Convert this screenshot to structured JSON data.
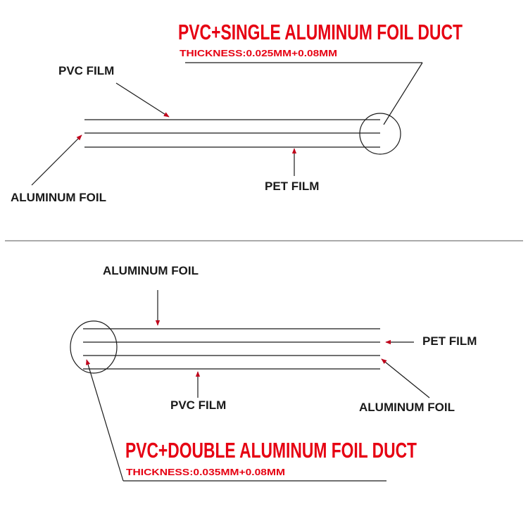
{
  "single": {
    "title": "PVC+SINGLE  ALUMINUM FOIL DUCT",
    "thickness": "THICKNESS:0.025MM+0.08MM",
    "labels": {
      "pvc_film": "PVC FILM",
      "aluminum_foil": "ALUMINUM FOIL",
      "pet_film": "PET FILM"
    }
  },
  "double": {
    "title": "PVC+DOUBLE  ALUMINUM FOIL DUCT",
    "thickness": "THICKNESS:0.035MM+0.08MM",
    "labels": {
      "aluminum_foil_top": "ALUMINUM FOIL",
      "pet_film": "PET FILM",
      "pvc_film": "PVC FILM",
      "aluminum_foil_bottom": "ALUMINUM FOIL"
    }
  },
  "colors": {
    "title_red": "#e60012",
    "arrowhead_red": "#c0001a",
    "line": "#1a1a1a"
  }
}
